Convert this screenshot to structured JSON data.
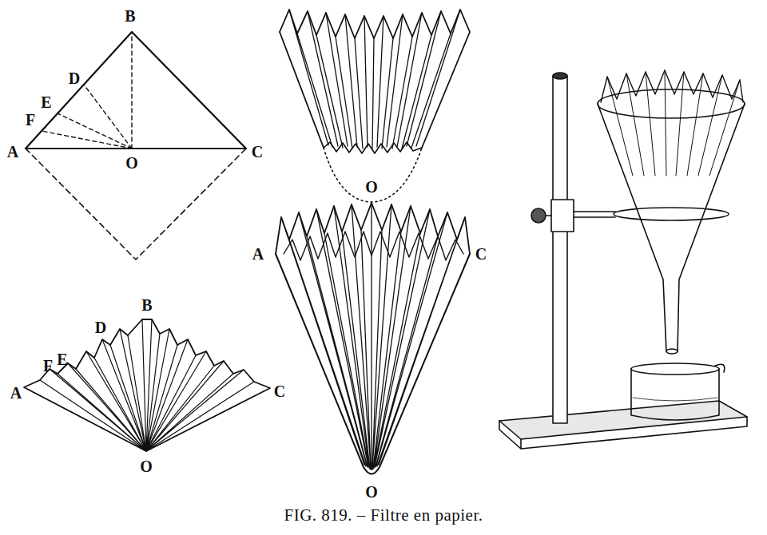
{
  "diagram": {
    "caption": "FIG. 819. – Filtre en papier.",
    "labels": [
      "B",
      "D",
      "E",
      "F",
      "A",
      "O",
      "C",
      "O",
      "A",
      "C",
      "O",
      "B",
      "D",
      "F",
      "E",
      "A",
      "C",
      "O"
    ]
  }
}
